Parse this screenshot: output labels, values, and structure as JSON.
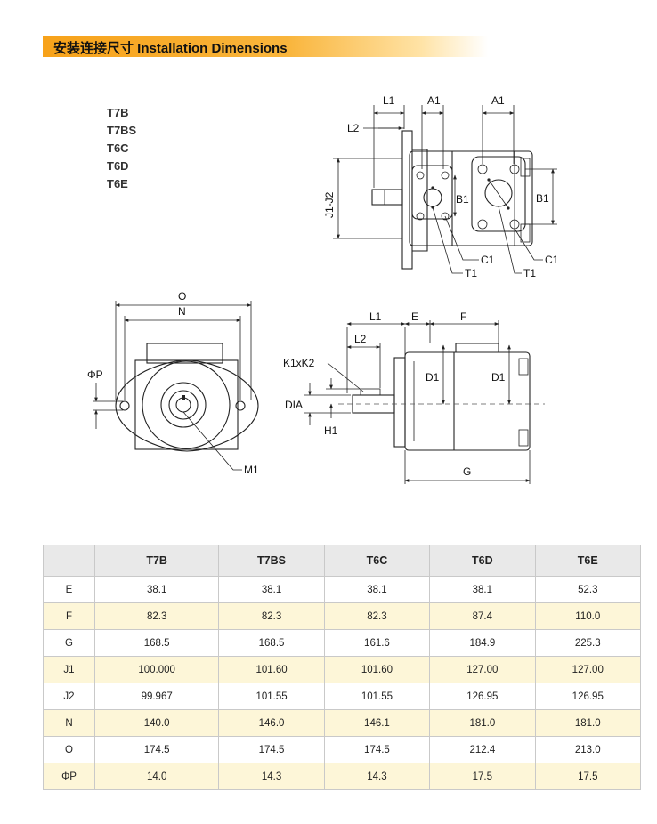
{
  "header": {
    "title": "安装连接尺寸 Installation Dimensions"
  },
  "models": [
    "T7B",
    "T7BS",
    "T6C",
    "T6D",
    "T6E"
  ],
  "drawing_labels": {
    "l1": "L1",
    "l2": "L2",
    "a1": "A1",
    "b1": "B1",
    "c1": "C1",
    "t1": "T1",
    "j1j2": "J1-J2",
    "o": "O",
    "n": "N",
    "phip": "ΦP",
    "m1": "M1",
    "e": "E",
    "f": "F",
    "d1": "D1",
    "g": "G",
    "k1k2": "K1xK2",
    "dia": "DIA",
    "h1": "H1"
  },
  "table": {
    "columns": [
      "",
      "T7B",
      "T7BS",
      "T6C",
      "T6D",
      "T6E"
    ],
    "rows": [
      {
        "label": "E",
        "values": [
          "38.1",
          "38.1",
          "38.1",
          "38.1",
          "52.3"
        ]
      },
      {
        "label": "F",
        "values": [
          "82.3",
          "82.3",
          "82.3",
          "87.4",
          "110.0"
        ]
      },
      {
        "label": "G",
        "values": [
          "168.5",
          "168.5",
          "161.6",
          "184.9",
          "225.3"
        ]
      },
      {
        "label": "J1",
        "values": [
          "100.000",
          "101.60",
          "101.60",
          "127.00",
          "127.00"
        ]
      },
      {
        "label": "J2",
        "values": [
          "99.967",
          "101.55",
          "101.55",
          "126.95",
          "126.95"
        ]
      },
      {
        "label": "N",
        "values": [
          "140.0",
          "146.0",
          "146.1",
          "181.0",
          "181.0"
        ]
      },
      {
        "label": "O",
        "values": [
          "174.5",
          "174.5",
          "174.5",
          "212.4",
          "213.0"
        ]
      },
      {
        "label": "ΦP",
        "values": [
          "14.0",
          "14.3",
          "14.3",
          "17.5",
          "17.5"
        ]
      }
    ]
  }
}
